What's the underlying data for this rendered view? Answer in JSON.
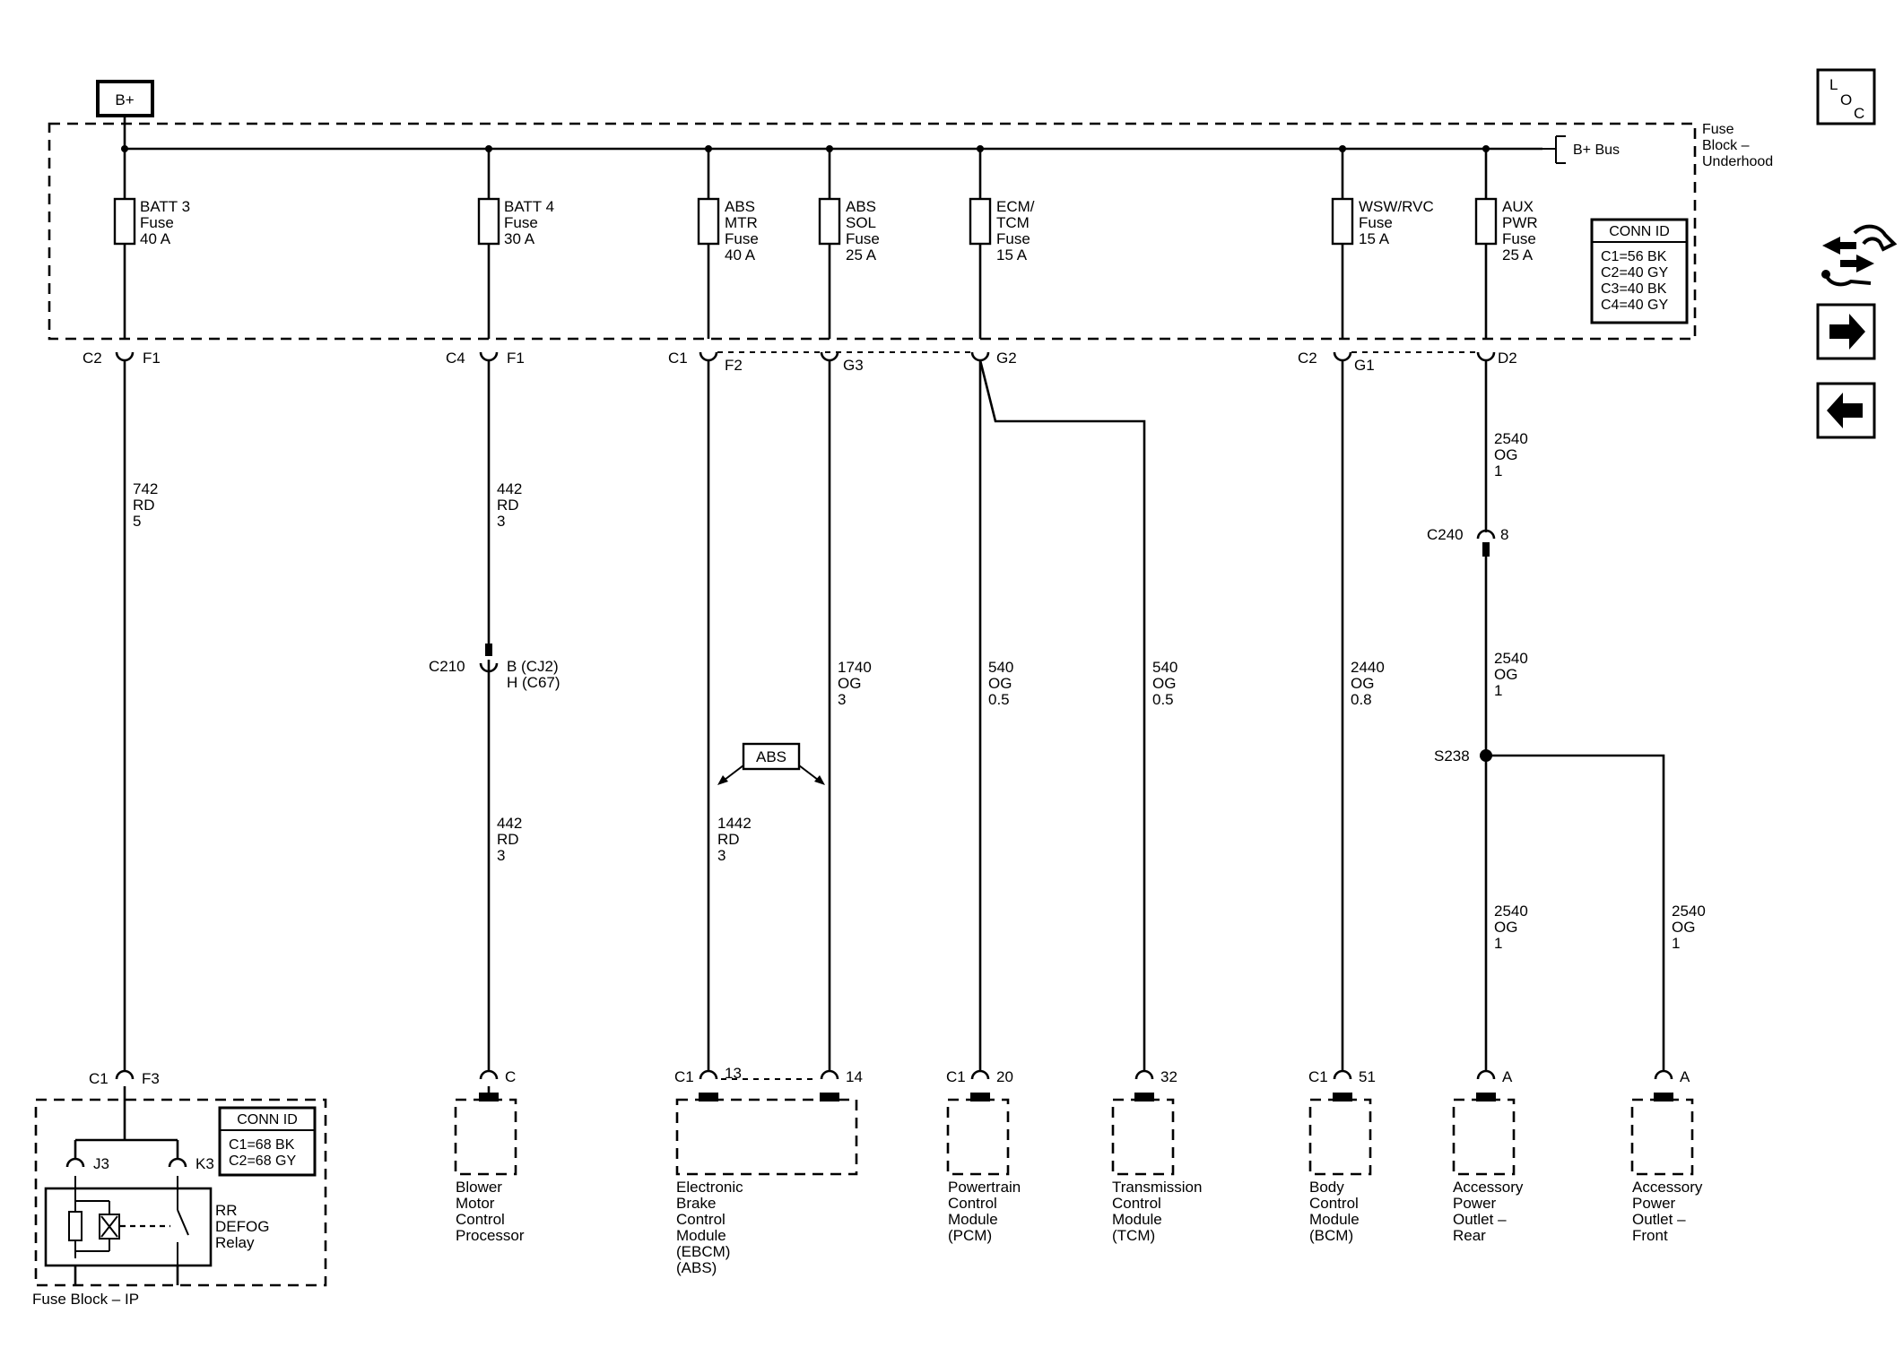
{
  "bplus": "B+",
  "bus_label": "B+ Bus",
  "fuse_block_underhood": [
    "Fuse",
    "Block –",
    "Underhood"
  ],
  "fuse_block_ip": "Fuse Block – IP",
  "loc_icon": {
    "l": "L",
    "o": "O",
    "c": "C"
  },
  "conn_id_underhood": {
    "title": "CONN ID",
    "lines": [
      "C1=56 BK",
      "C2=40 GY",
      "C3=40 BK",
      "C4=40 GY"
    ]
  },
  "conn_id_ip": {
    "title": "CONN ID",
    "lines": [
      "C1=68 BK",
      "C2=68 GY"
    ]
  },
  "fuses": [
    {
      "lines": [
        "BATT 3",
        "Fuse",
        "40 A"
      ]
    },
    {
      "lines": [
        "BATT 4",
        "Fuse",
        "30 A"
      ]
    },
    {
      "lines": [
        "ABS",
        "MTR",
        "Fuse",
        "40 A"
      ]
    },
    {
      "lines": [
        "ABS",
        "SOL",
        "Fuse",
        "25 A"
      ]
    },
    {
      "lines": [
        "ECM/",
        "TCM",
        "Fuse",
        "15 A"
      ]
    },
    {
      "lines": [
        "WSW/RVC",
        "Fuse",
        "15 A"
      ]
    },
    {
      "lines": [
        "AUX",
        "PWR",
        "Fuse",
        "25 A"
      ]
    }
  ],
  "top_connectors": [
    {
      "left": "C2",
      "right": "F1"
    },
    {
      "left": "C4",
      "right": "F1"
    },
    {
      "left": "C1",
      "right": "F2"
    },
    {
      "left": "",
      "right": "G3"
    },
    {
      "left": "",
      "right": "G2"
    },
    {
      "left": "C2",
      "right": "G1"
    },
    {
      "left": "",
      "right": "D2"
    }
  ],
  "wires": [
    {
      "lines": [
        "742",
        "RD",
        "5"
      ]
    },
    {
      "lines": [
        "442",
        "RD",
        "3"
      ]
    },
    {
      "lines": [
        "442",
        "RD",
        "3"
      ]
    },
    {
      "lines": [
        "1442",
        "RD",
        "3"
      ]
    },
    {
      "lines": [
        "1740",
        "OG",
        "3"
      ]
    },
    {
      "lines": [
        "540",
        "OG",
        "0.5"
      ]
    },
    {
      "lines": [
        "540",
        "OG",
        "0.5"
      ]
    },
    {
      "lines": [
        "2440",
        "OG",
        "0.8"
      ]
    },
    {
      "lines": [
        "2540",
        "OG",
        "1"
      ]
    },
    {
      "lines": [
        "2540",
        "OG",
        "1"
      ]
    },
    {
      "lines": [
        "2540",
        "OG",
        "1"
      ]
    },
    {
      "lines": [
        "2540",
        "OG",
        "1"
      ]
    }
  ],
  "inline_connectors": {
    "c210": {
      "name": "C210",
      "pins": [
        "B (CJ2)",
        "H (C67)"
      ]
    },
    "c240": {
      "name": "C240",
      "pin": "8"
    },
    "s238": "S238"
  },
  "abs_tag": "ABS",
  "bottom_connectors": [
    {
      "left": "C1",
      "right": "F3"
    },
    {
      "left": "",
      "right": "C"
    },
    {
      "left": "C1",
      "right": "13"
    },
    {
      "left": "",
      "right": "14"
    },
    {
      "left": "C1",
      "right": "20"
    },
    {
      "left": "",
      "right": "32"
    },
    {
      "left": "C1",
      "right": "51"
    },
    {
      "left": "",
      "right": "A"
    },
    {
      "left": "",
      "right": "A"
    }
  ],
  "relay": {
    "pin_left": "J3",
    "pin_right": "K3",
    "lines": [
      "RR",
      "DEFOG",
      "Relay"
    ]
  },
  "modules": [
    {
      "lines": [
        "Blower",
        "Motor",
        "Control",
        "Processor"
      ]
    },
    {
      "lines": [
        "Electronic",
        "Brake",
        "Control",
        "Module",
        "(EBCM)",
        "(ABS)"
      ]
    },
    {
      "lines": [
        "Powertrain",
        "Control",
        "Module",
        "(PCM)"
      ]
    },
    {
      "lines": [
        "Transmission",
        "Control",
        "Module",
        "(TCM)"
      ]
    },
    {
      "lines": [
        "Body",
        "Control",
        "Module",
        "(BCM)"
      ]
    },
    {
      "lines": [
        "Accessory",
        "Power",
        "Outlet –",
        "Rear"
      ]
    },
    {
      "lines": [
        "Accessory",
        "Power",
        "Outlet –",
        "Front"
      ]
    }
  ],
  "nav_icons": [
    "wiring-harness-icon",
    "arrow-right-icon",
    "arrow-left-icon"
  ]
}
